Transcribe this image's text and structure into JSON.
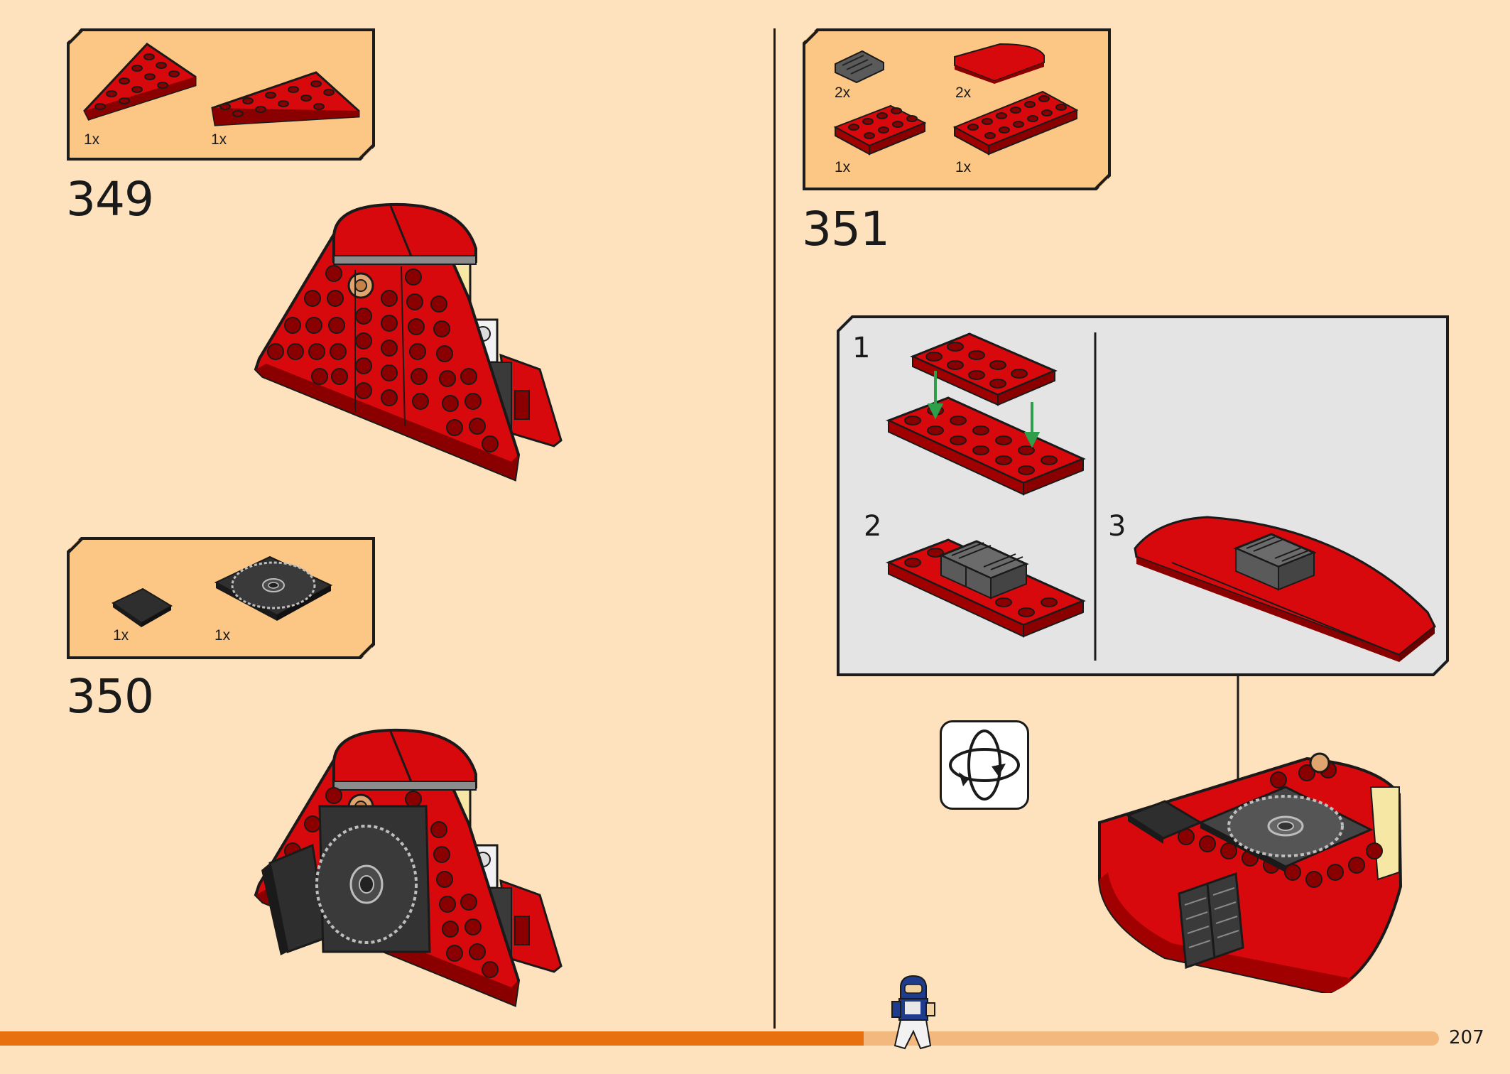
{
  "page": {
    "number": "207"
  },
  "steps": [
    {
      "number": "349",
      "parts": [
        {
          "qty": "1x"
        },
        {
          "qty": "1x"
        }
      ]
    },
    {
      "number": "350",
      "parts": [
        {
          "qty": "1x"
        },
        {
          "qty": "1x"
        }
      ]
    },
    {
      "number": "351",
      "parts": [
        {
          "qty": "2x"
        },
        {
          "qty": "2x"
        },
        {
          "qty": "1x"
        },
        {
          "qty": "1x"
        }
      ],
      "substeps": [
        "1",
        "2",
        "3"
      ]
    }
  ],
  "colors": {
    "background": "#fde2bd",
    "parts_box": "#fcc684",
    "brick_red": "#d8090c",
    "brick_dark": "#8a0000",
    "callout_gray": "#e4e4e4",
    "progress": "#e8700e",
    "progress_light": "#f2b87e"
  },
  "icons": [
    "rotate-model-icon",
    "minifigure-icon"
  ],
  "progress": {
    "fraction": 0.6
  }
}
